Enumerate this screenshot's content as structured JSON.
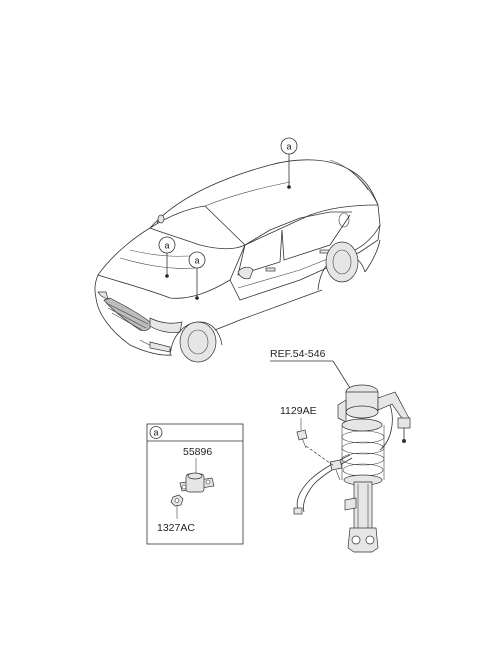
{
  "callout_letter": "a",
  "part_labels": {
    "ref": "REF.54-546",
    "bolt": "1129AE",
    "sensor": "55896",
    "nut": "1327AC"
  }
}
